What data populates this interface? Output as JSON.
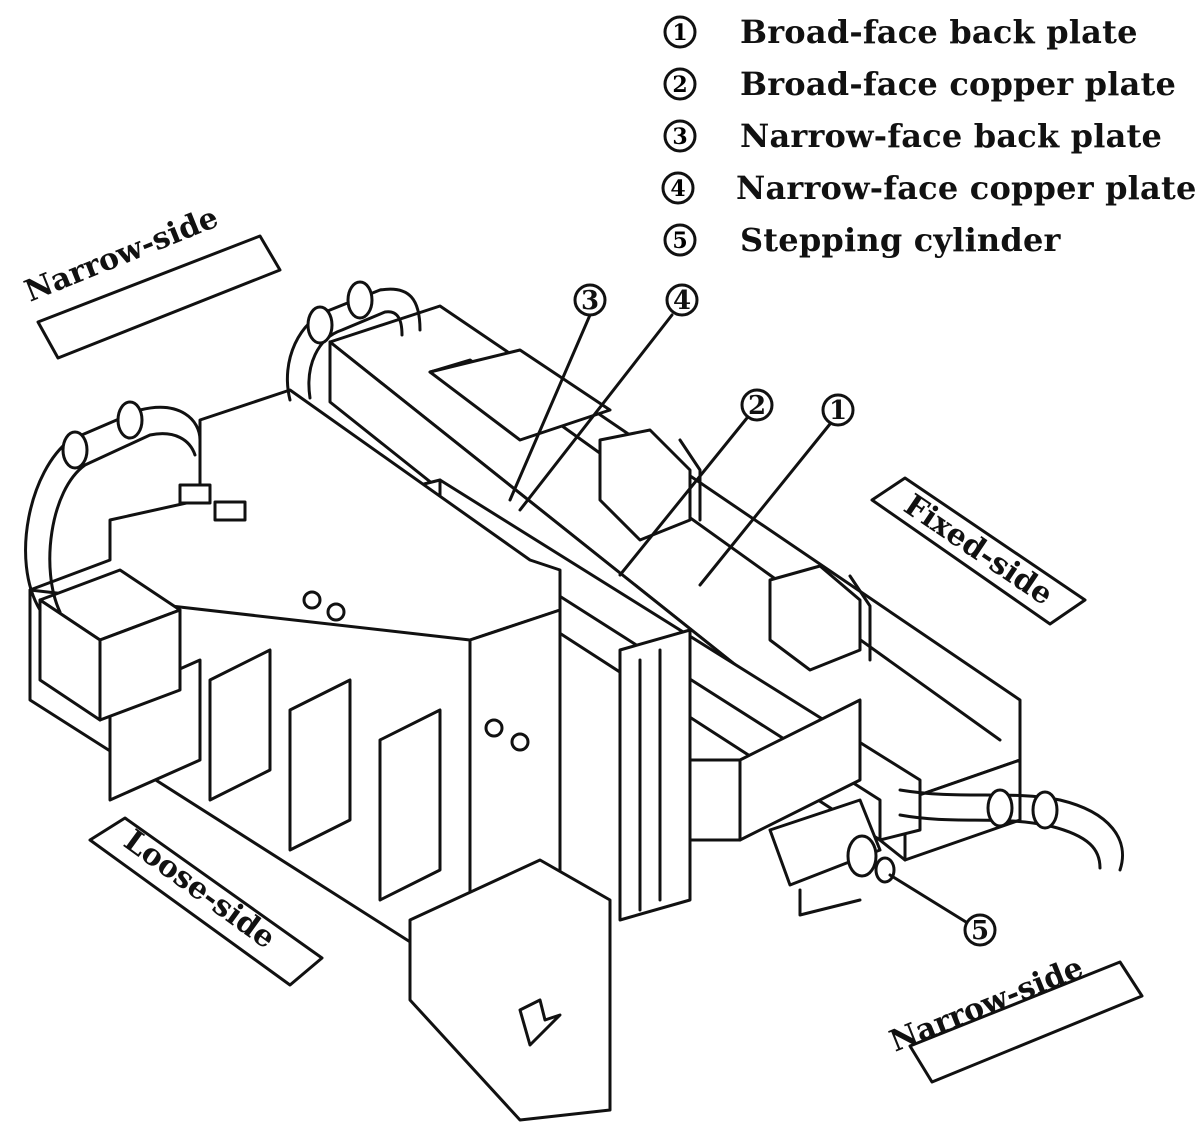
{
  "legend": [
    {
      "num": "1",
      "text": "Broad-face back plate"
    },
    {
      "num": "2",
      "text": "Broad-face copper plate"
    },
    {
      "num": "3",
      "text": "Narrow-face back plate"
    },
    {
      "num": "4",
      "text": "Narrow-face copper plate"
    },
    {
      "num": "5",
      "text": "Stepping cylinder"
    }
  ],
  "side_labels": {
    "narrow_top": "Narrow-side",
    "fixed": "Fixed-side",
    "loose": "Loose-side",
    "narrow_bottom": "Narrow-side"
  },
  "callouts": {
    "c1": "1",
    "c2": "2",
    "c3": "3",
    "c4": "4",
    "c5": "5"
  }
}
